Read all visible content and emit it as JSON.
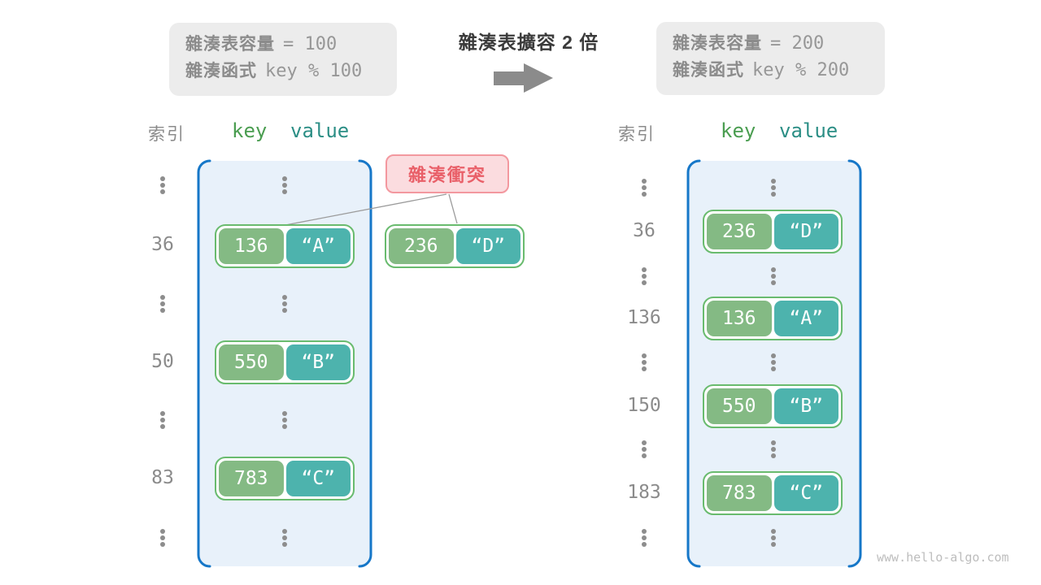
{
  "colors": {
    "box_bg": "#ececec",
    "gray_text": "#8b8b8b",
    "gray_value": "#979797",
    "title_dark": "#3b3b3b",
    "arrow_gray": "#8b8b8b",
    "container_fill": "#e8f1fa",
    "bracket_blue": "#1677c8",
    "entry_border": "#69bb6e",
    "key_green": "#84ba84",
    "value_teal": "#4db3ad",
    "header_key_green": "#4a9d50",
    "header_value_teal": "#2b8e85",
    "collision_red": "#e96069",
    "collision_bg": "#fbdcdf",
    "collision_border": "#f3989f",
    "line_gray": "#9b9b9b",
    "dots_gray": "#8d8d8d",
    "watermark_gray": "#bdbdbd"
  },
  "top": {
    "left_box": {
      "line1_label": "雜湊表容量",
      "line1_value": "= 100",
      "line2_label": "雜湊函式",
      "line2_value": "key % 100"
    },
    "title": "雜湊表擴容 2 倍",
    "right_box": {
      "line1_label": "雜湊表容量",
      "line1_value": "= 200",
      "line2_label": "雜湊函式",
      "line2_value": "key % 200"
    }
  },
  "headers": {
    "index_label": "索引",
    "key_label": "key",
    "value_label": "value"
  },
  "collision": {
    "label": "雜湊衝突",
    "entry": {
      "key": "236",
      "value": "“D”"
    }
  },
  "tables": {
    "left": {
      "entries": [
        {
          "index": "36",
          "key": "136",
          "value": "“A”"
        },
        {
          "index": "50",
          "key": "550",
          "value": "“B”"
        },
        {
          "index": "83",
          "key": "783",
          "value": "“C”"
        }
      ]
    },
    "right": {
      "entries": [
        {
          "index": "36",
          "key": "236",
          "value": "“D”"
        },
        {
          "index": "136",
          "key": "136",
          "value": "“A”"
        },
        {
          "index": "150",
          "key": "550",
          "value": "“B”"
        },
        {
          "index": "183",
          "key": "783",
          "value": "“C”"
        }
      ]
    }
  },
  "watermark": "www.hello-algo.com"
}
